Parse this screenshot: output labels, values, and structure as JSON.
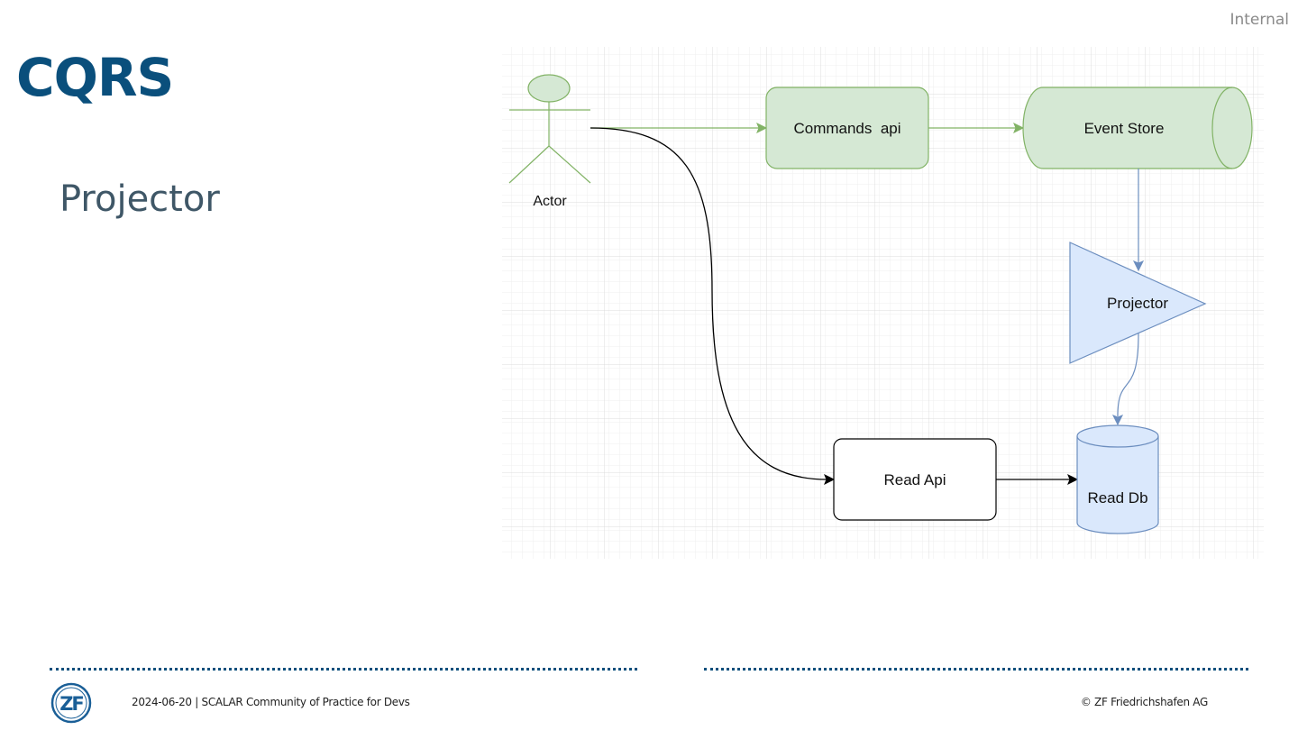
{
  "header": {
    "classification": "Internal"
  },
  "slide": {
    "title": "CQRS",
    "subtitle": "Projector"
  },
  "diagram": {
    "nodes": {
      "actor": "Actor",
      "commands_api": "Commands  api",
      "event_store": "Event Store",
      "projector": "Projector",
      "read_api": "Read Api",
      "read_db": "Read Db"
    },
    "colors": {
      "green_fill": "#d5e8d4",
      "green_stroke": "#82b366",
      "blue_fill": "#dae8fc",
      "blue_stroke": "#6c8ebf",
      "black_stroke": "#000000",
      "grid": "#e6e6e6"
    }
  },
  "footer": {
    "left_text": "2024-06-20 | SCALAR Community of Practice for Devs",
    "right_text": "© ZF Friedrichshafen AG",
    "logo_text": "ZF"
  }
}
